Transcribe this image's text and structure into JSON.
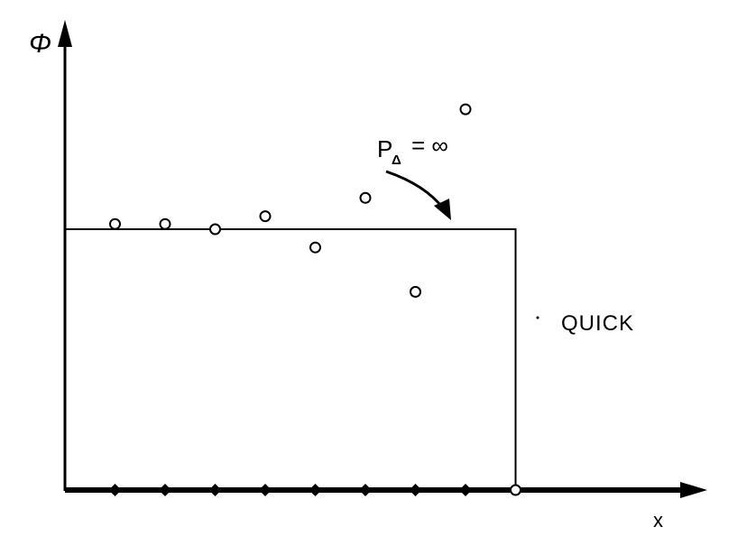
{
  "chart_data": {
    "type": "scatter",
    "xlabel": "x",
    "ylabel": "Φ",
    "grid": false,
    "ylim": [
      0,
      1.6
    ],
    "series": [
      {
        "name": "QUICK",
        "marker": "open-circle",
        "x": [
          1,
          2,
          3,
          4,
          5,
          6,
          7,
          8,
          9
        ],
        "y": [
          1.02,
          1.02,
          1.0,
          1.05,
          0.93,
          1.12,
          0.76,
          1.46,
          0
        ]
      }
    ],
    "exact": {
      "x": [
        0,
        9,
        9
      ],
      "y": [
        1,
        1,
        0
      ]
    },
    "grid_nodes_x": [
      1,
      2,
      3,
      4,
      5,
      6,
      7,
      8
    ],
    "annotation": {
      "P": "P",
      "sub": "Δ",
      "eq": "= ∞"
    }
  },
  "colors": {
    "ink": "#000000",
    "background": "#ffffff"
  }
}
